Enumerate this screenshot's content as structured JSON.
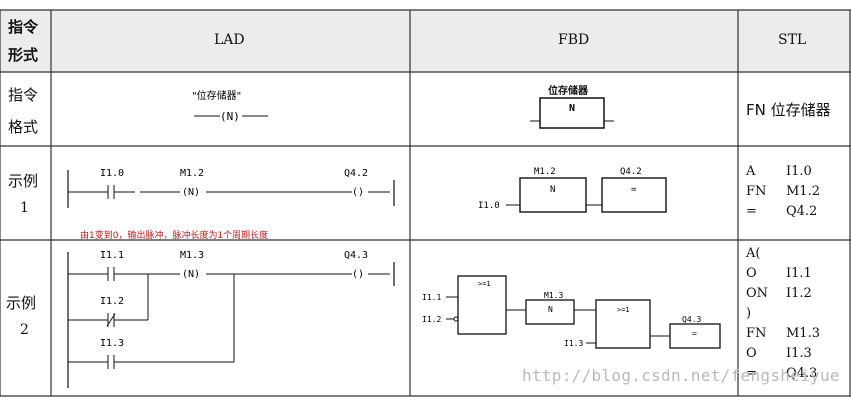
{
  "header": {
    "row_label": [
      "指令",
      "形式"
    ],
    "lad": "LAD",
    "fbd": "FBD",
    "stl": "STL"
  },
  "format_row": {
    "row_label": [
      "指令",
      "格式"
    ],
    "lad_name": "\"位存储器\"",
    "lad_coil": "(N)",
    "fbd_name": "位存储器",
    "fbd_box": "N",
    "stl": "FN 位存储器"
  },
  "example1": {
    "row_label": [
      "示例",
      "1"
    ],
    "lad": {
      "contact": "I1.0",
      "mem": "M1.2",
      "mem_coil": "(N)",
      "out": "Q4.2",
      "out_coil": "()"
    },
    "fbd": {
      "input": "I1.0",
      "mem": "M1.2",
      "box_n": "N",
      "out": "Q4.2",
      "box_eq": "="
    },
    "stl": [
      [
        "A",
        "I1.0"
      ],
      [
        "FN",
        "M1.2"
      ],
      [
        "=",
        "Q4.2"
      ]
    ],
    "note": "由1变到0，输出脉冲，脉冲长度为1个周期长度"
  },
  "example2": {
    "row_label": [
      "示例",
      "2"
    ],
    "lad": {
      "c1": "I1.1",
      "c2": "I1.2",
      "c3": "I1.3",
      "mem": "M1.3",
      "mem_coil": "(N)",
      "out": "Q4.3",
      "out_coil": "()"
    },
    "fbd": {
      "in1": "I1.1",
      "in2": "I1.2",
      "or1": ">=1",
      "mem": "M1.3",
      "box_n": "N",
      "or2": ">=1",
      "in3": "I1.3",
      "out": "Q4.3",
      "box_eq": "="
    },
    "stl": [
      [
        "A(",
        ""
      ],
      [
        "O",
        "I1.1"
      ],
      [
        "ON",
        "I1.2"
      ],
      [
        ")",
        ""
      ],
      [
        "FN",
        "M1.3"
      ],
      [
        "O",
        "I1.3"
      ],
      [
        "=",
        "Q4.3"
      ]
    ]
  },
  "watermark": "http://blog.csdn.net/fengsheiyue",
  "colors": {
    "header_bg": "#ececec",
    "grid": "#333333",
    "note": "#c81818",
    "watermark": "#b9b9b9"
  }
}
